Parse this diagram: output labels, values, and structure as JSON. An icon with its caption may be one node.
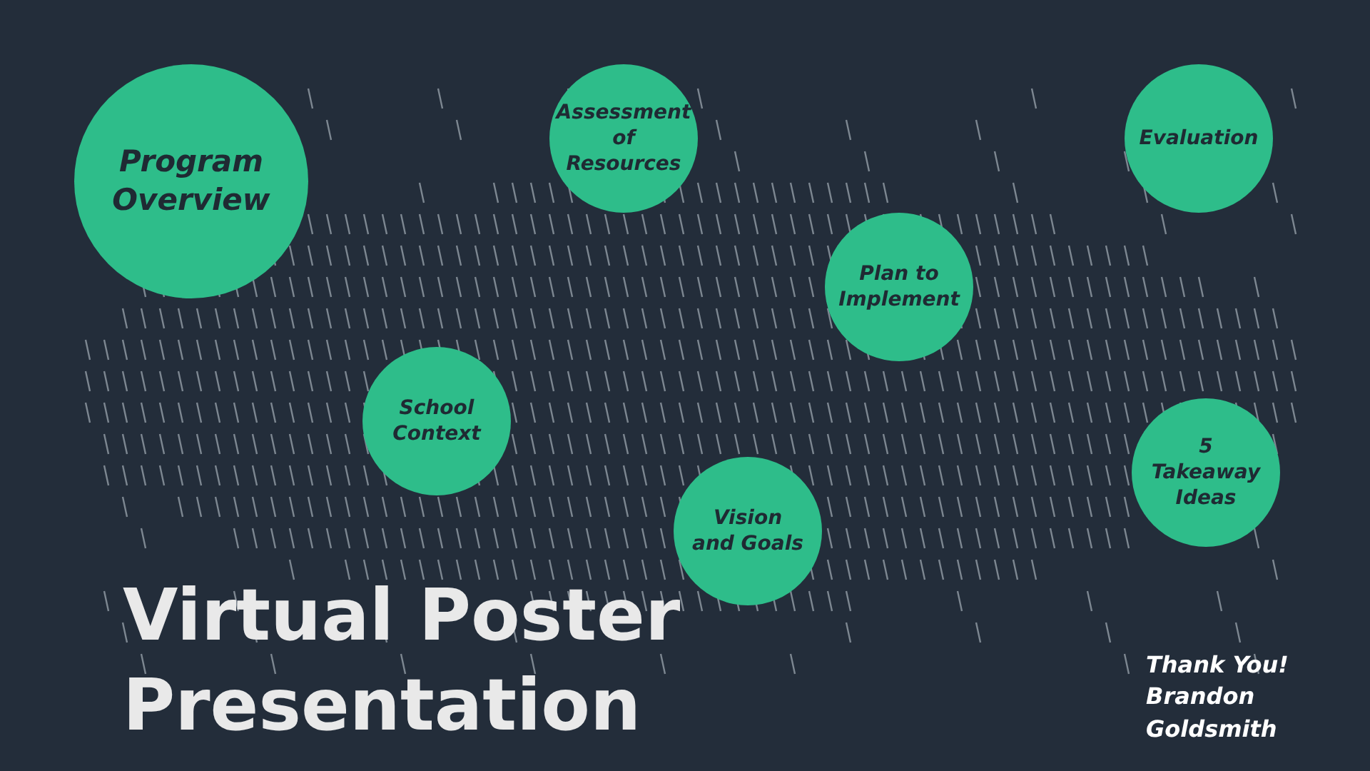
{
  "diagram": {
    "title": "Virtual Poster Presentation",
    "nodes": [
      {
        "text": [
          "Program Overview"
        ]
      },
      {
        "text": [
          "Assessment of Resources"
        ]
      },
      {
        "text": [
          "Evaluation"
        ]
      },
      {
        "text": [
          "Plan to Implement"
        ]
      },
      {
        "text": [
          "School Context"
        ]
      },
      {
        "text": [
          "5 Takeaway Ideas"
        ]
      },
      {
        "text": [
          "Vision and Goals"
        ]
      }
    ],
    "labels": [
      "Thank You! Brandon Goldsmith"
    ]
  }
}
